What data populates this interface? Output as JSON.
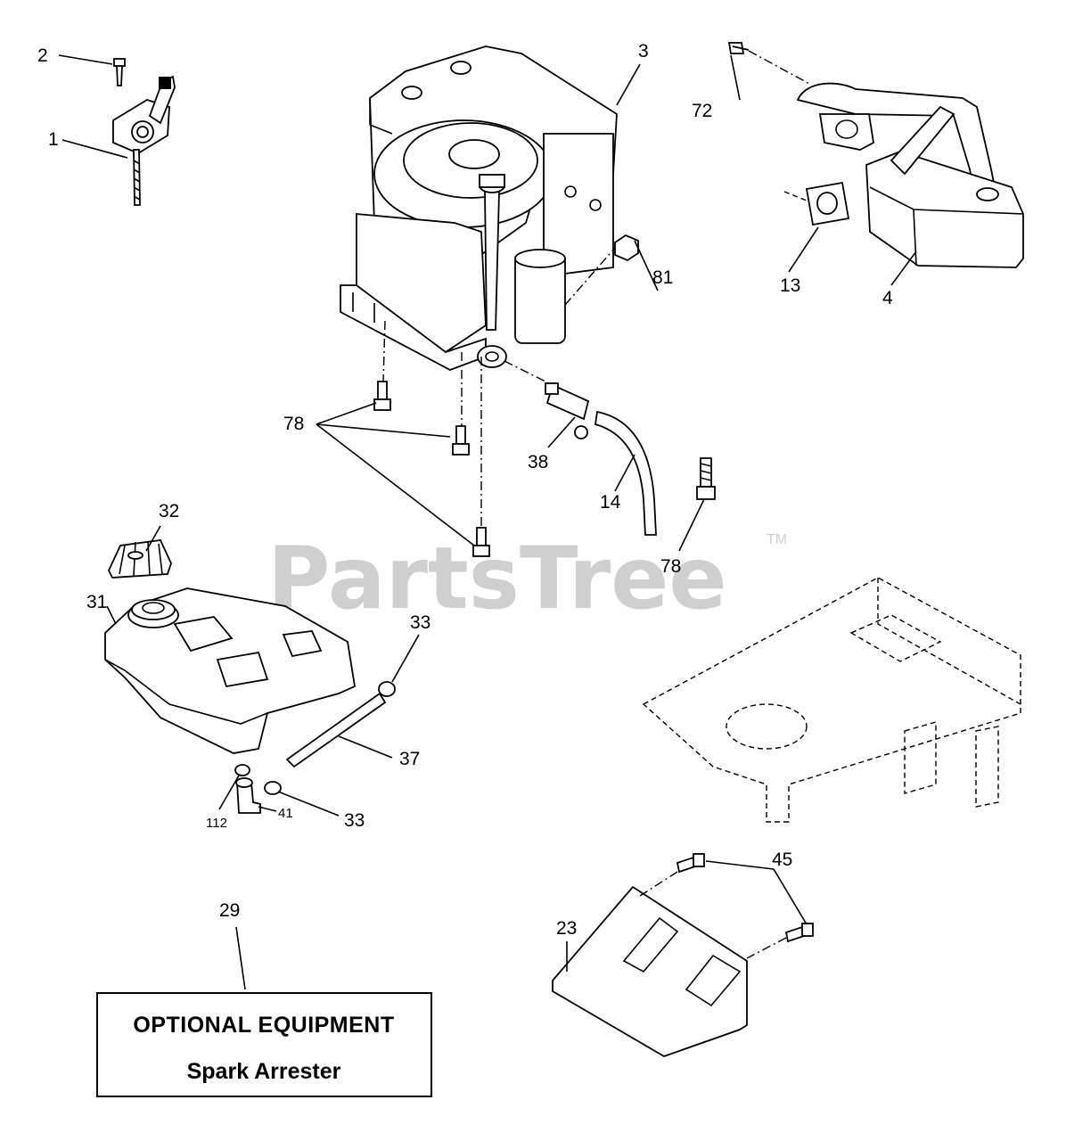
{
  "watermark": {
    "text": "PartsTree",
    "tm": "TM"
  },
  "callouts": {
    "c1": "1",
    "c2": "2",
    "c3": "3",
    "c4": "4",
    "c13": "13",
    "c14": "14",
    "c23": "23",
    "c29": "29",
    "c31": "31",
    "c32": "32",
    "c33a": "33",
    "c33b": "33",
    "c37": "37",
    "c38": "38",
    "c41": "41",
    "c45": "45",
    "c72": "72",
    "c78a": "78",
    "c78b": "78",
    "c81": "81",
    "c112": "112"
  },
  "note_box": {
    "title": "OPTIONAL EQUIPMENT",
    "subtitle": "Spark Arrester"
  },
  "parts": {
    "throttle_control": "throttle-control-icon",
    "engine": "engine-icon",
    "muffler": "muffler-icon",
    "gasket": "gasket-icon",
    "fuel_tank": "fuel-tank-icon",
    "fuel_cap": "fuel-cap-icon",
    "fuel_filter": "fuel-filter-icon",
    "fuel_line": "fuel-line-icon",
    "frame": "frame-icon",
    "heat_shield": "heat-shield-icon"
  }
}
